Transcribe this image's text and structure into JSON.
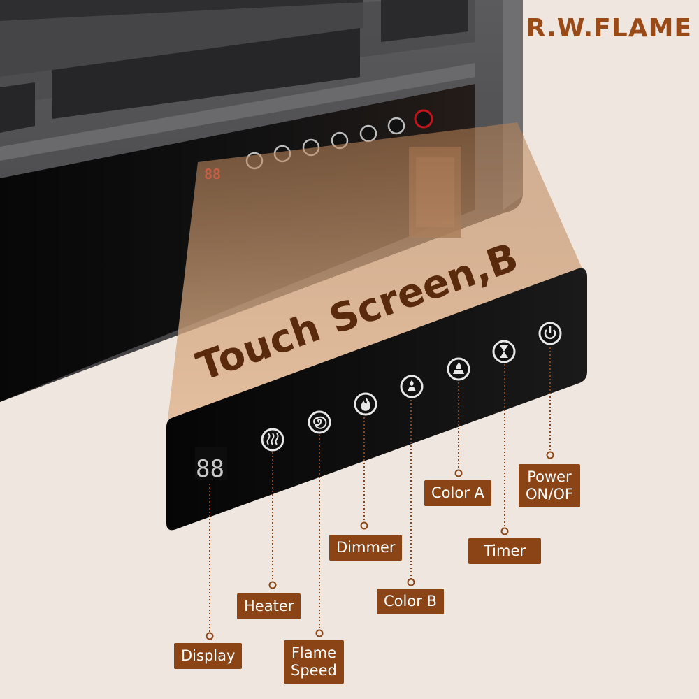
{
  "brand": "R.W.FLAME",
  "headline": "Touch Screen,B",
  "display_digits": "88",
  "colors": {
    "background": "#efe6df",
    "accent": "#8a4416",
    "power_red": "#c4141e",
    "panel": "#0c0c0c"
  },
  "buttons": [
    {
      "key": "heater",
      "icon": "heater-icon",
      "label_lines": [
        "Heater"
      ]
    },
    {
      "key": "flame_speed",
      "icon": "spiral-icon",
      "label_lines": [
        "Flame",
        "Speed"
      ]
    },
    {
      "key": "dimmer",
      "icon": "flame-icon",
      "label_lines": [
        "Dimmer"
      ]
    },
    {
      "key": "color_b",
      "icon": "color-b-icon",
      "label_lines": [
        "Color B"
      ]
    },
    {
      "key": "color_a",
      "icon": "color-a-icon",
      "label_lines": [
        "Color A"
      ]
    },
    {
      "key": "timer",
      "icon": "hourglass-icon",
      "label_lines": [
        "Timer"
      ]
    },
    {
      "key": "power",
      "icon": "power-icon",
      "label_lines": [
        "Power",
        "ON/OF"
      ]
    }
  ],
  "display_label": "Display"
}
